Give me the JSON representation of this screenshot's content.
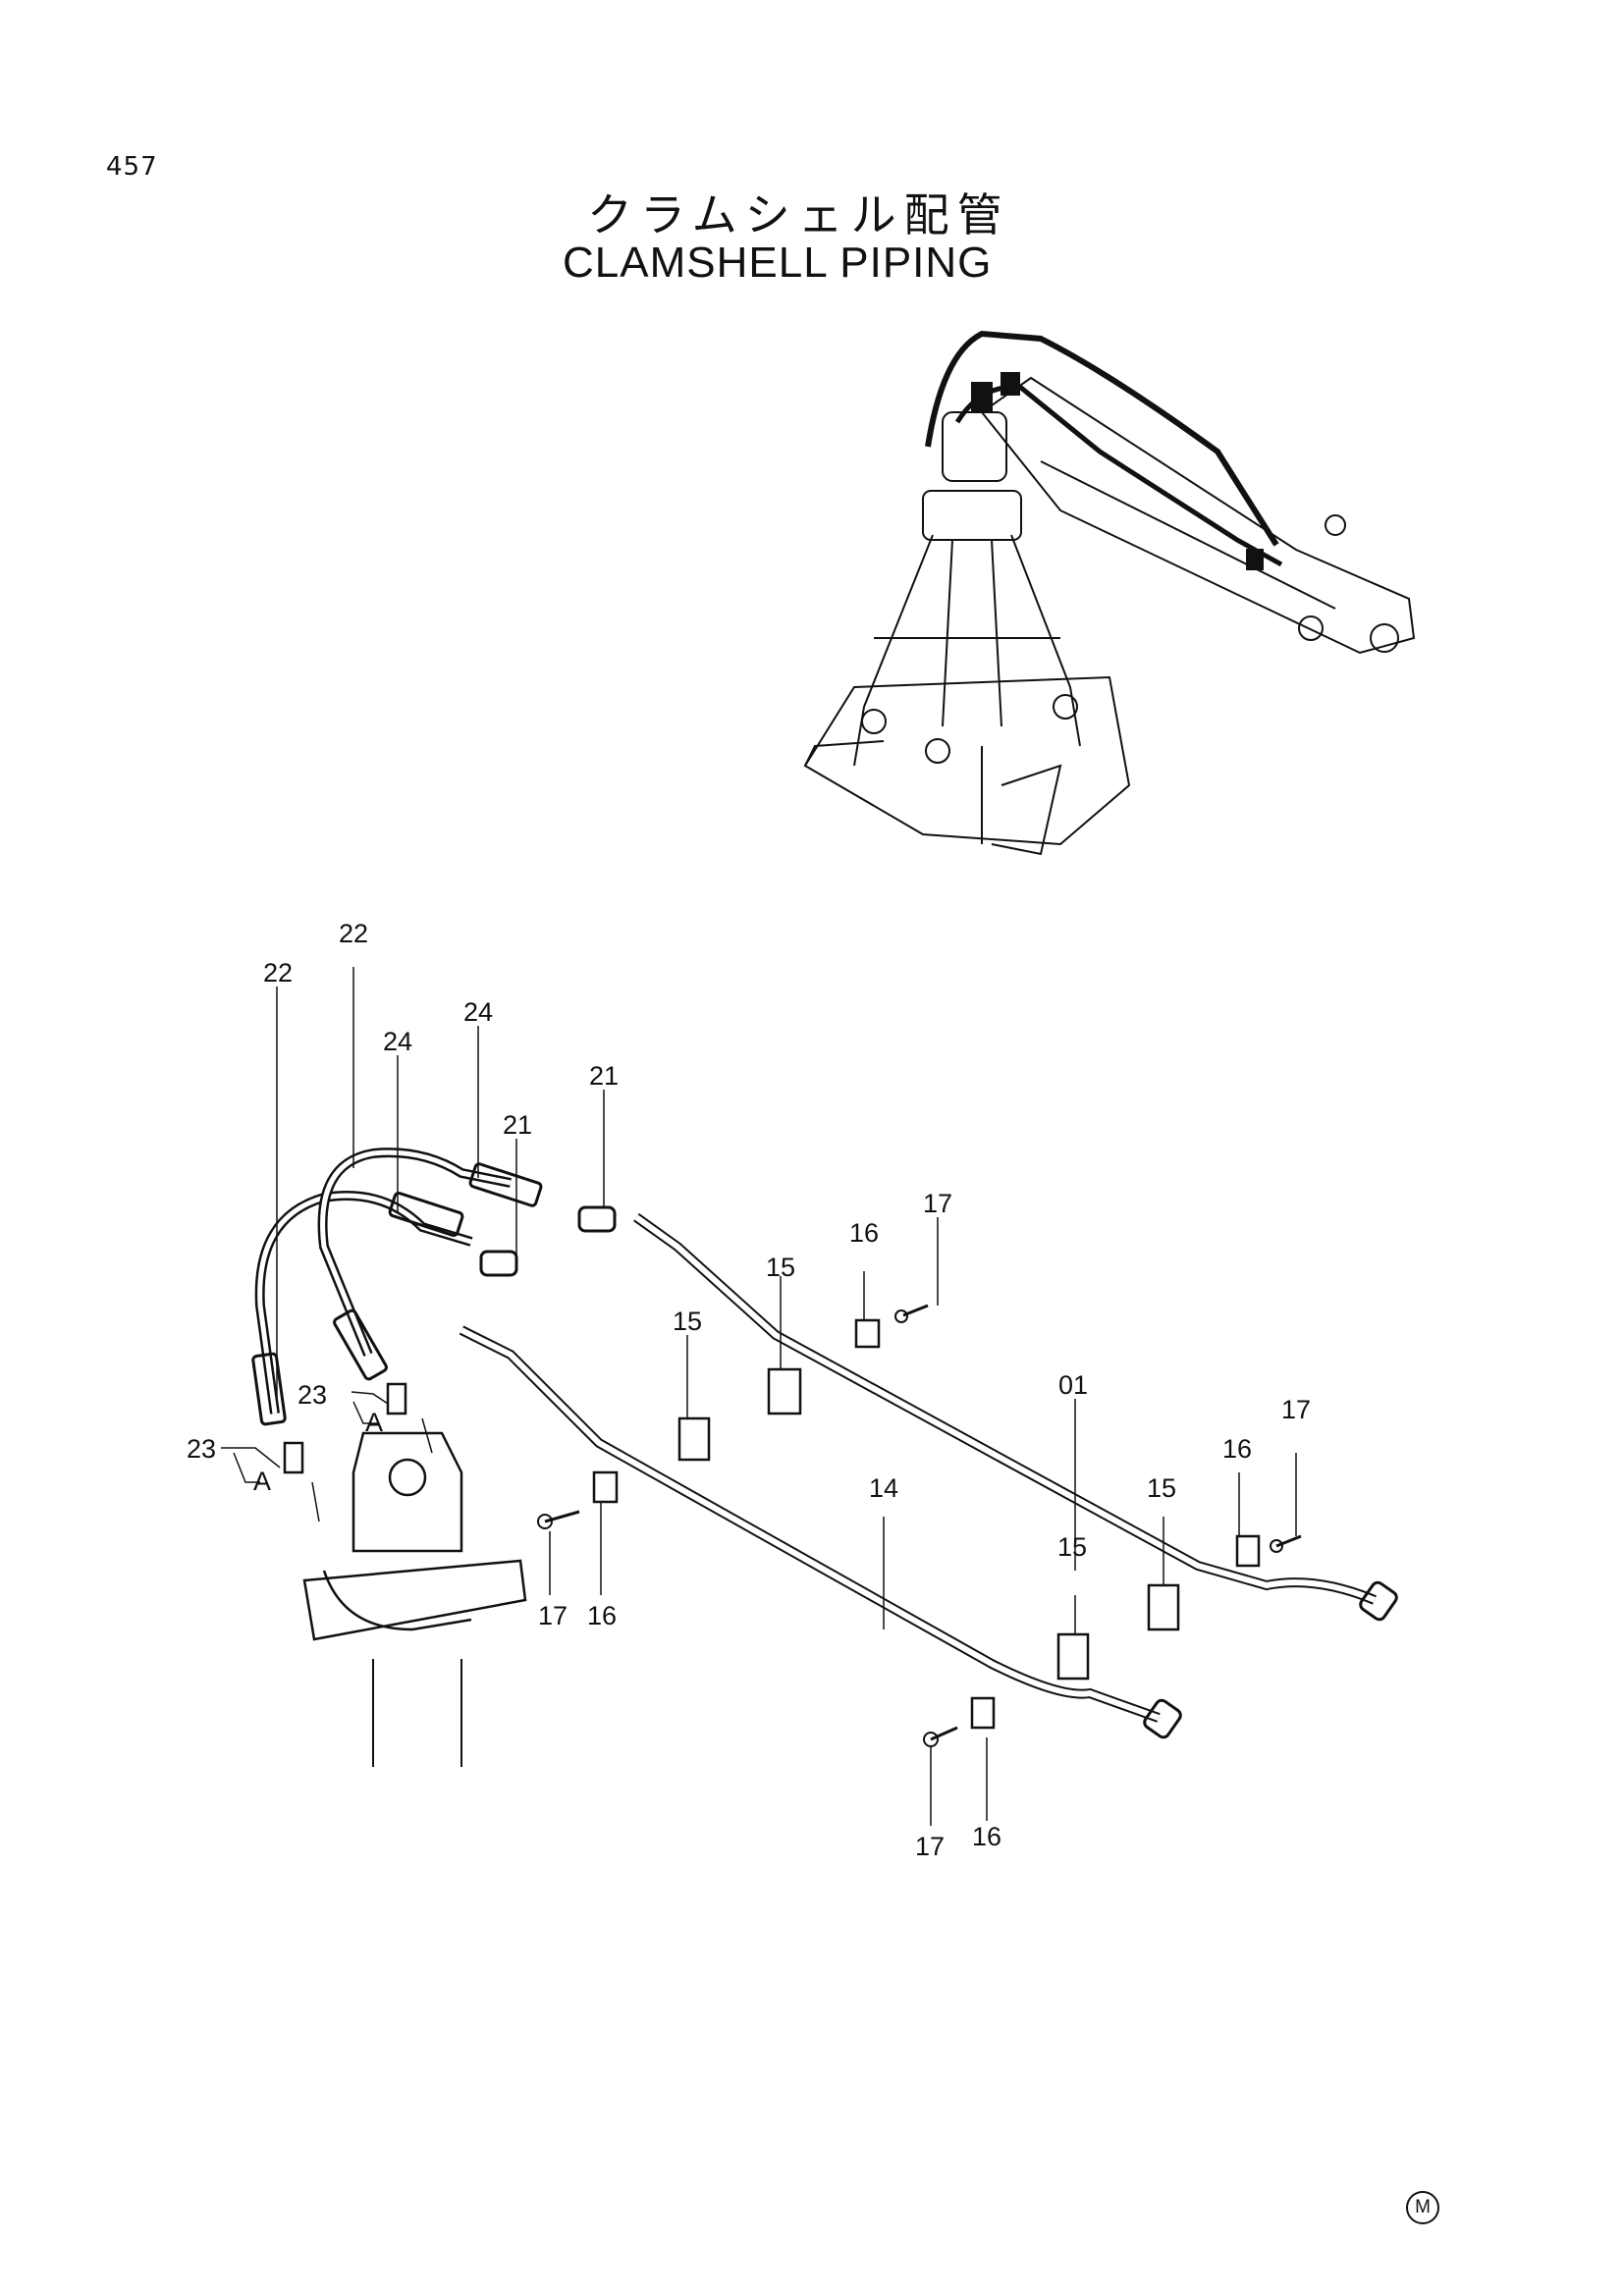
{
  "page": {
    "number": "457",
    "title_jp": "クラムシェル配管",
    "title_en": "CLAMSHELL PIPING",
    "corner_mark": "M"
  },
  "callouts": {
    "c22a": "22",
    "c22b": "22",
    "c24a": "24",
    "c24b": "24",
    "c21a": "21",
    "c21b": "21",
    "c17a": "17",
    "c17b": "17",
    "c17c": "17",
    "c17d": "17",
    "c16a": "16",
    "c16b": "16",
    "c16c": "16",
    "c16d": "16",
    "c15a": "15",
    "c15b": "15",
    "c15c": "15",
    "c15d": "15",
    "c01": "01",
    "c14": "14",
    "c23a": "23",
    "c23b": "23",
    "cAa": "A",
    "cAb": "A"
  }
}
